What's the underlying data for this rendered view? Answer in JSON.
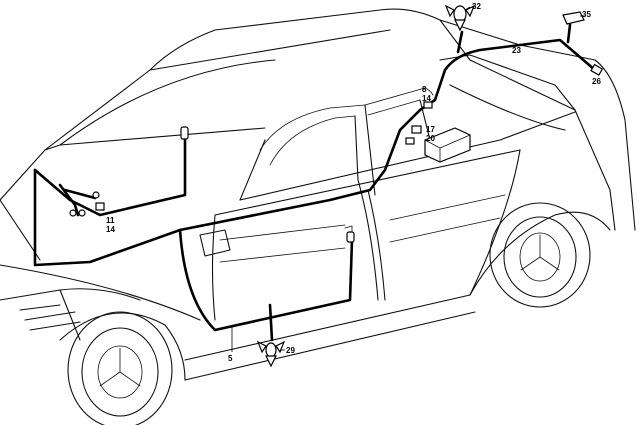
{
  "callouts": {
    "c5": "5",
    "c8": "8",
    "c11": "11",
    "c14a": "14",
    "c14b": "14",
    "c17": "17",
    "c20": "20",
    "c23": "23",
    "c26": "26",
    "c29": "29",
    "c32": "32",
    "c35": "35"
  }
}
